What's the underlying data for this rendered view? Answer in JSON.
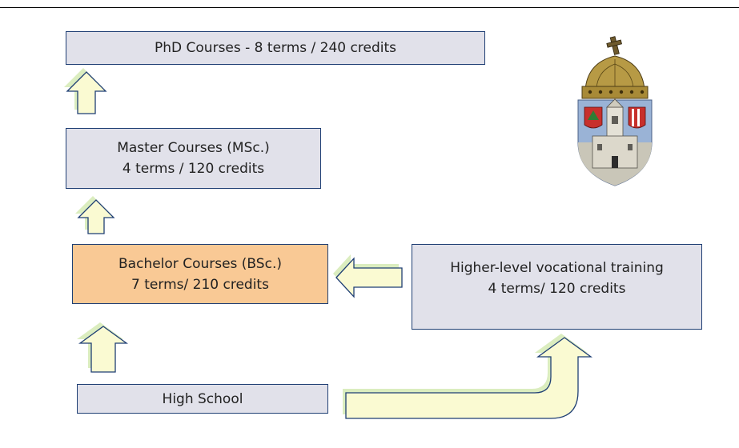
{
  "diagram": {
    "phd": {
      "line1": "PhD Courses - 8 terms / 240 credits"
    },
    "msc": {
      "line1": "Master Courses (MSc.)",
      "line2": "4 terms / 120 credits"
    },
    "bsc": {
      "line1": "Bachelor Courses (BSc.)",
      "line2": "7 terms/ 210 credits"
    },
    "voc": {
      "line1": "Higher-level vocational training",
      "line2": "4 terms/ 120 credits"
    },
    "hs": {
      "line1": "High  School"
    }
  },
  "colors": {
    "box_fill": "#e1e1ea",
    "box_highlight": "#f9c995",
    "box_border": "#1f3f74",
    "arrow_fill": "#fafad2",
    "arrow_stroke": "#1f3f74",
    "arrow_glow": "#cfe7a9"
  },
  "emblem": {
    "icon": "coat-of-arms-icon"
  }
}
